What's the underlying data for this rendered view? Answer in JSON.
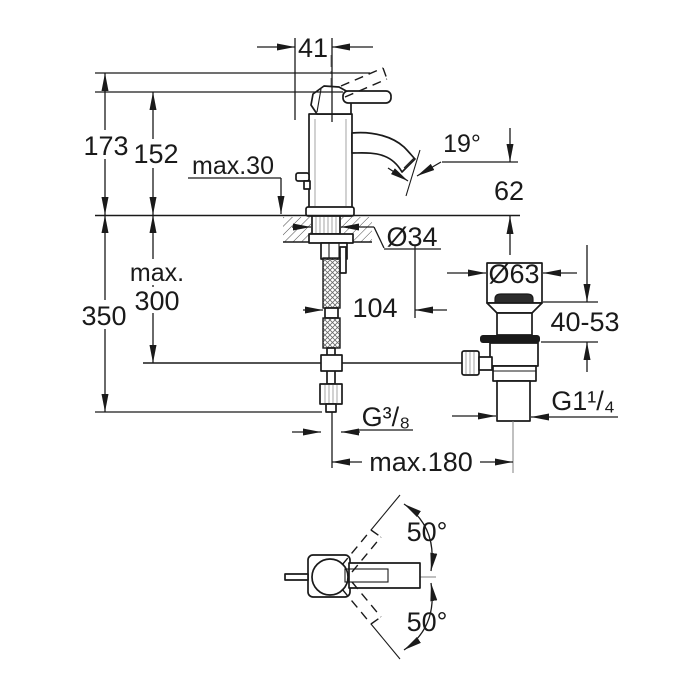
{
  "drawing": {
    "type": "faucet-installation-dimension-drawing",
    "colors": {
      "line": "#1a1a1a",
      "centerline": "#808080",
      "background": "#ffffff"
    }
  },
  "labels": {
    "width_41": "41",
    "height_173": "173",
    "height_152": "152",
    "deck_max_30": "max.30",
    "angle_19": "19°",
    "outlet_62": "62",
    "dia_34": "Ø34",
    "reach_104": "104",
    "below_350": "350",
    "hose_max": "max.",
    "hose_300": "300",
    "dia_63": "Ø63",
    "clamp_40_53": "40-53",
    "thread_g38": "G³/₈",
    "thread_g114": "G1¹/₄",
    "max_180": "max.180",
    "swivel_up_50": "50°",
    "swivel_down_50": "50°"
  }
}
